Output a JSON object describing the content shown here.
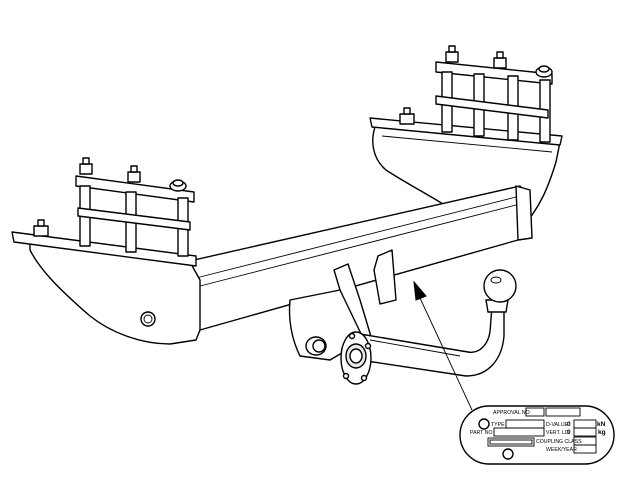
{
  "plate": {
    "approval_no": "APPROVAL NO",
    "type": "TYPE",
    "part_no": "PART NO",
    "d_value": "D-VALUE",
    "d_value_num": "0",
    "d_value_unit": "kN",
    "vert_ld": "VERT. LD.",
    "vert_ld_num": "0",
    "vert_ld_unit": "kg",
    "coupling_class": "COUPLING CLASS",
    "week_year": "WEEK/YEAR"
  },
  "colors": {
    "line": "#000000",
    "background": "#ffffff"
  },
  "icons": [
    "arrow-icon",
    "logo-icon",
    "bolt-icon",
    "tow-ball-icon"
  ]
}
